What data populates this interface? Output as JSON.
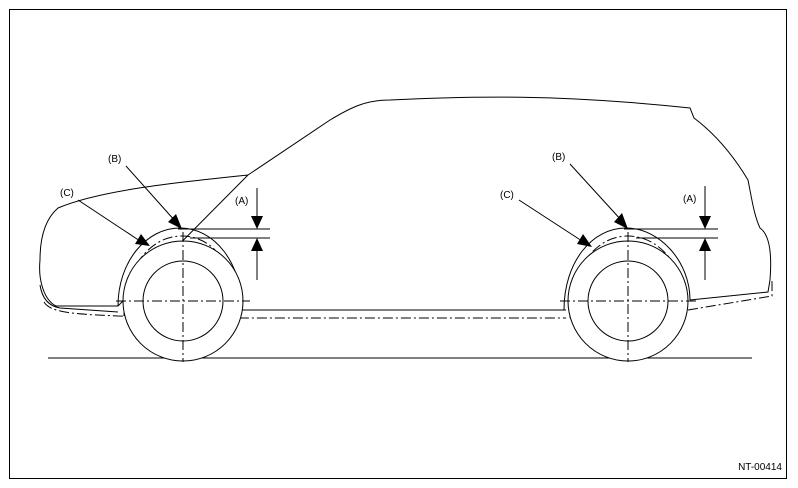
{
  "figure": {
    "code": "NT-00414"
  },
  "front": {
    "label_a": "(A)",
    "label_b": "(B)",
    "label_c": "(C)"
  },
  "rear": {
    "label_a": "(A)",
    "label_b": "(B)",
    "label_c": "(C)"
  }
}
